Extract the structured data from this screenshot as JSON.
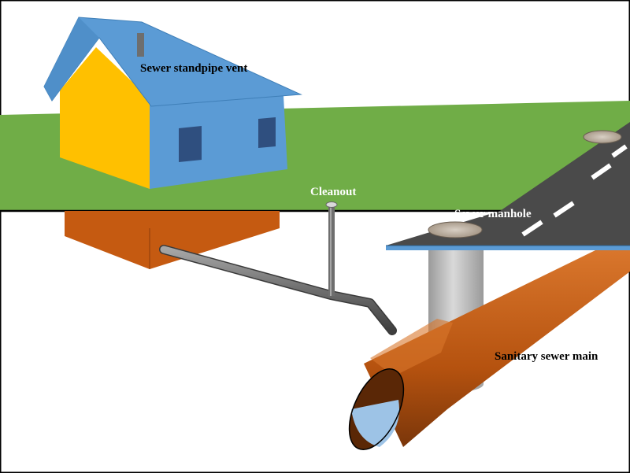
{
  "labels": {
    "vent": "Sewer standpipe vent",
    "cleanout": "Cleanout",
    "manhole": "Sewer manhole",
    "main": "Sanitary sewer main"
  },
  "colors": {
    "ground": "#70ad47",
    "road": "#4a4a4a",
    "house_front": "#ffc000",
    "house_side": "#5b9bd5",
    "roof": "#5b9bd5",
    "window": "#2f4f7f",
    "foundation": "#c55a11",
    "pipe": "#808080",
    "sewer_main": "#c55a11",
    "manhole_shaft": "#bfbfbf",
    "water": "#9dc3e6",
    "outline": "#000000"
  }
}
